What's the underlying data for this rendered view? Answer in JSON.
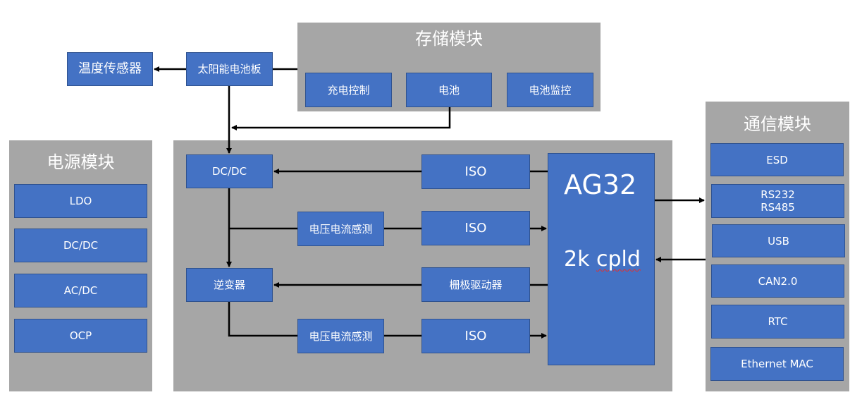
{
  "colors": {
    "panel": "#a6a6a6",
    "box": "#4472c4",
    "border": "#2f528f",
    "text": "#ffffff",
    "wire": "#000000",
    "squiggle": "#e03030"
  },
  "storage": {
    "title": "存储模块",
    "charge_control": "充电控制",
    "battery": "电池",
    "battery_monitor": "电池监控"
  },
  "solar_panel": "太阳能电池板",
  "temp_sensor": "温度传感器",
  "power": {
    "title": "电源模块",
    "items": [
      "LDO",
      "DC/DC",
      "AC/DC",
      "OCP"
    ]
  },
  "main": {
    "dcdc": "DC/DC",
    "inverter": "逆变器",
    "vi_sense_1": "电压电流感测",
    "vi_sense_2": "电压电流感测",
    "iso_1": "ISO",
    "iso_2": "ISO",
    "gate_driver": "栅极驱动器",
    "iso_3": "ISO",
    "mcu_name": "AG32",
    "mcu_cpld_prefix": "2k ",
    "mcu_cpld_word": "cpld"
  },
  "comm": {
    "title": "通信模块",
    "items": [
      "ESD",
      "RS232\nRS485",
      "USB",
      "CAN2.0",
      "RTC",
      "Ethernet MAC"
    ]
  }
}
